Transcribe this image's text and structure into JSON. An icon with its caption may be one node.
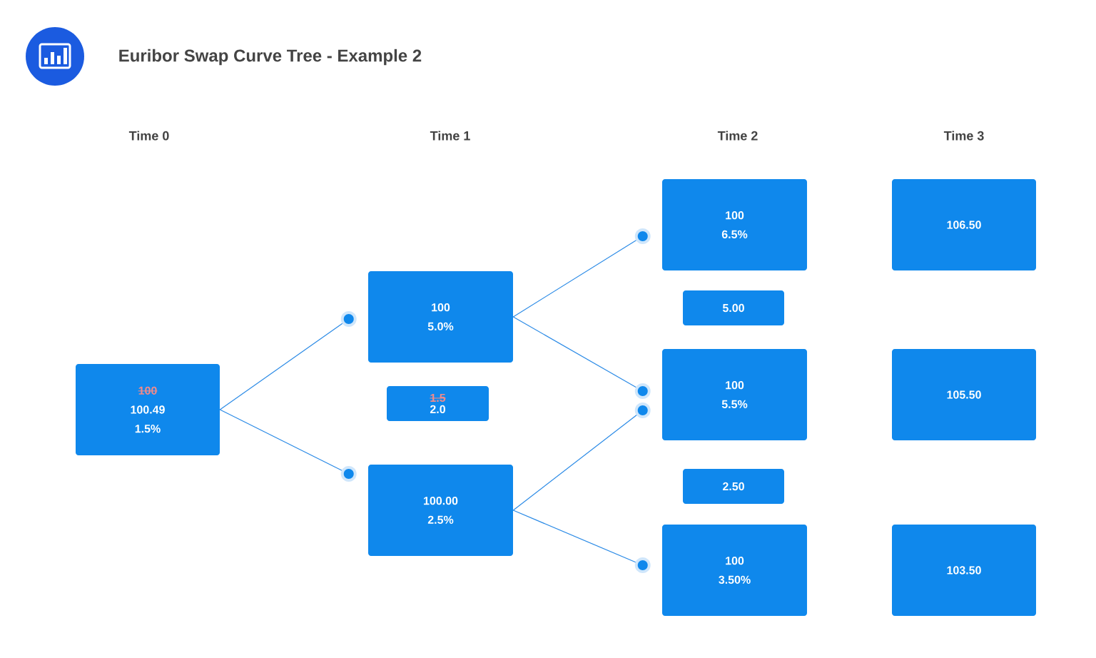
{
  "diagram": {
    "title": "Euribor Swap Curve Tree - Example 2",
    "nodes": [
      {
        "text": [
          "100",
          "100.49",
          "1.5%"
        ]
      },
      {
        "text": [
          "100",
          "5.0%"
        ]
      },
      {
        "text": [
          "1.5",
          "2.0"
        ]
      },
      {
        "text": [
          "100.00",
          "2.5%"
        ]
      },
      {
        "text": [
          "100",
          "6.5%"
        ]
      },
      {
        "text": [
          "5.00"
        ]
      },
      {
        "text": [
          "100",
          "5.5%"
        ]
      },
      {
        "text": [
          "2.50"
        ]
      },
      {
        "text": [
          "100",
          "3.50%"
        ]
      },
      {
        "text": [
          "106.50"
        ]
      },
      {
        "text": [
          "105.50"
        ]
      },
      {
        "text": [
          "103.50"
        ]
      }
    ],
    "edges": [
      {
        "from": 0,
        "to": 1,
        "arrow": "other"
      },
      {
        "from": 0,
        "to": 3,
        "arrow": "other"
      },
      {
        "from": 1,
        "to": 4,
        "arrow": "other"
      },
      {
        "from": 1,
        "to": 6,
        "arrow": "other"
      },
      {
        "from": 3,
        "to": 6,
        "arrow": "other"
      },
      {
        "from": 3,
        "to": 8,
        "arrow": "other"
      }
    ],
    "labels": [
      "Time 0",
      "Time 1",
      "Time 2",
      "Time 3"
    ]
  }
}
